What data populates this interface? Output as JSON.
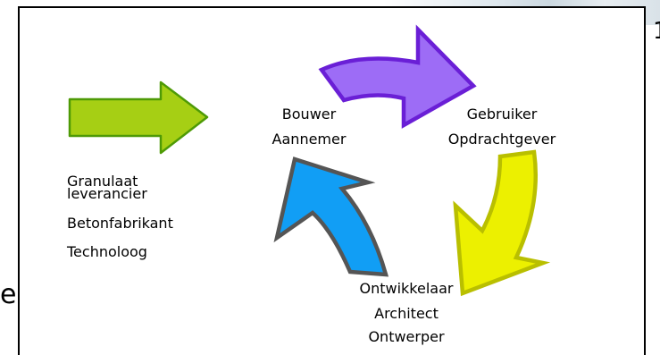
{
  "left_edge_text": "er",
  "right_edge_text": "1",
  "colors": {
    "green_fill": "#a6cf14",
    "green_stroke": "#4e9a06",
    "purple_fill": "#9d6cf6",
    "purple_stroke": "#6a1fd6",
    "yellow_fill": "#ecf000",
    "yellow_stroke": "#b9bf00",
    "blue_fill": "#119ef5",
    "blue_stroke": "#555555"
  },
  "icons": {
    "green": "arrow-right-icon",
    "purple": "curved-arrow-icon",
    "yellow": "curved-arrow-icon",
    "blue": "curved-arrow-icon"
  },
  "suppliers": {
    "granulaat": "Granulaat",
    "leverancier": "leverancier",
    "betonfabrikant": "Betonfabrikant",
    "technoloog": "Technoloog"
  },
  "bouwer": {
    "line1": "Bouwer",
    "line2": "Aannemer"
  },
  "gebruiker": {
    "line1": "Gebruiker",
    "line2": "Opdrachtgever"
  },
  "ontwikkelaar": {
    "line1": "Ontwikkelaar",
    "line2": "Architect",
    "line3": "Ontwerper"
  }
}
